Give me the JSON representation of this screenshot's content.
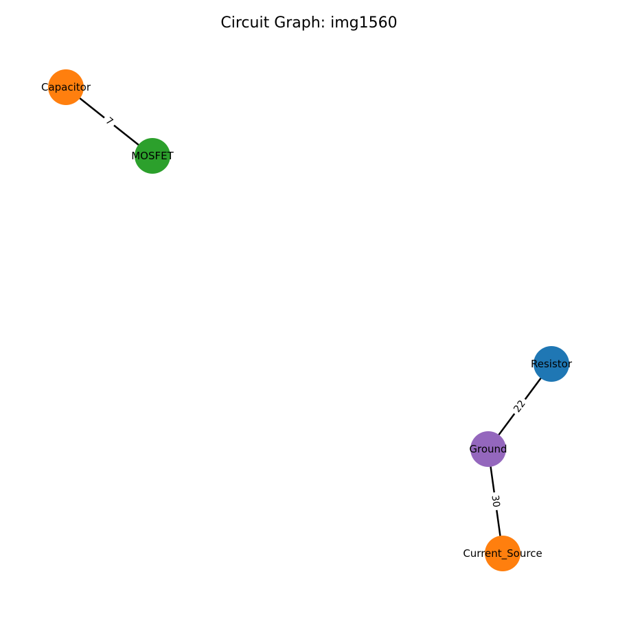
{
  "title": "Circuit Graph: img1560",
  "colors": {
    "blue": "#1f77b4",
    "orange": "#ff7f0e",
    "green": "#2ca02c",
    "purple": "#9467bd",
    "edge": "#000000",
    "background": "#ffffff"
  },
  "graph": {
    "nodes": [
      {
        "id": "capacitor",
        "label": "Capacitor",
        "color": "#ff7f0e"
      },
      {
        "id": "mosfet",
        "label": "MOSFET",
        "color": "#2ca02c"
      },
      {
        "id": "resistor",
        "label": "Resistor",
        "color": "#1f77b4"
      },
      {
        "id": "ground",
        "label": "Ground",
        "color": "#9467bd"
      },
      {
        "id": "current_source",
        "label": "Current_Source",
        "color": "#ff7f0e"
      }
    ],
    "edges": [
      {
        "source": "capacitor",
        "target": "mosfet",
        "label": "7"
      },
      {
        "source": "resistor",
        "target": "ground",
        "label": "22"
      },
      {
        "source": "ground",
        "target": "current_source",
        "label": "30"
      }
    ]
  }
}
